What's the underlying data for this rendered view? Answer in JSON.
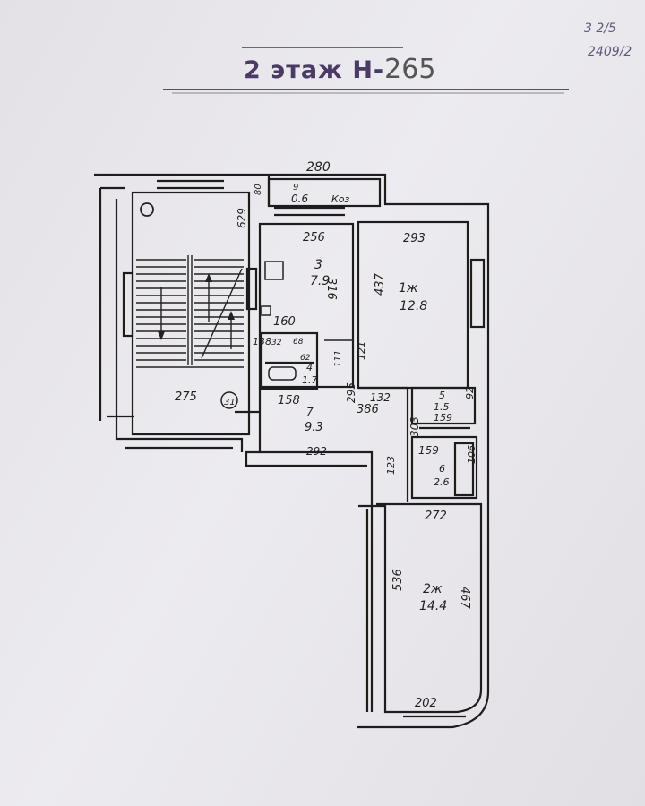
{
  "header": {
    "stamp_title": "2 этаж Н-",
    "stamp_number": "265",
    "corner_top": "3 2/5",
    "corner_bottom": "2409/2"
  },
  "plan": {
    "top_width": "280",
    "storage": {
      "number": "9",
      "area": "0.6",
      "label": "Коз",
      "side": "80"
    },
    "kitchen": {
      "number": "3",
      "area": "7.9",
      "width": "256",
      "height": "316"
    },
    "room1": {
      "number": "1ж",
      "area": "12.8",
      "width": "293",
      "height": "437"
    },
    "bath": {
      "width": "160",
      "height": "138",
      "inner": "32",
      "code": "68",
      "number": "4",
      "area": "1.7",
      "num_b": "62",
      "dim_b": "111"
    },
    "stair": {
      "dim_side": "629",
      "dim_bottom": "275",
      "mark": "31"
    },
    "hall": {
      "number": "7",
      "area": "9.3",
      "width_top": "158",
      "width_mid": "386",
      "height": "295",
      "width_bottom": "292",
      "dim_121": "121",
      "dim_132": "132",
      "dim_303": "303",
      "dim_123": "123"
    },
    "wc": {
      "number": "5",
      "area": "1.5",
      "width": "159",
      "height": "92"
    },
    "bath2": {
      "number": "6",
      "area": "2.6",
      "width": "159",
      "height": "106"
    },
    "room2": {
      "number": "2ж",
      "area": "14.4",
      "width_top": "272",
      "width_bottom": "202",
      "height_left": "536",
      "height_right": "467"
    }
  }
}
